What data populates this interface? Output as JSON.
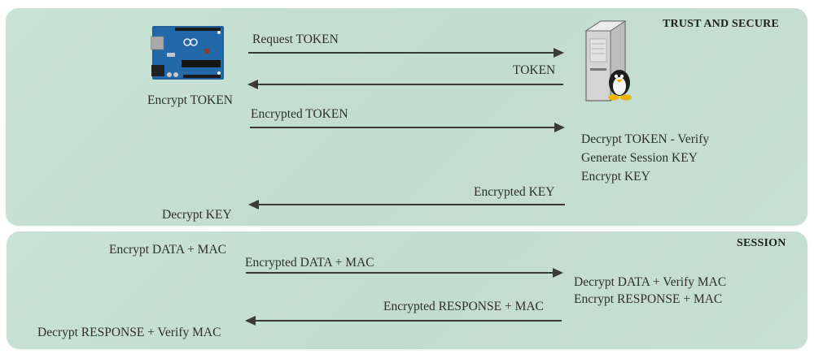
{
  "diagram": {
    "panels": [
      {
        "id": "trust",
        "title": "TRUST AND SECURE",
        "client_notes": [
          "Encrypt TOKEN",
          "Decrypt KEY"
        ],
        "server_notes": [
          "Decrypt TOKEN - Verify",
          "Generate Session KEY",
          "Encrypt KEY"
        ],
        "messages": [
          {
            "label": "Request TOKEN",
            "direction": "client-to-server"
          },
          {
            "label": "TOKEN",
            "direction": "server-to-client"
          },
          {
            "label": "Encrypted TOKEN",
            "direction": "client-to-server"
          },
          {
            "label": "Encrypted KEY",
            "direction": "server-to-client"
          }
        ]
      },
      {
        "id": "session",
        "title": "SESSION",
        "client_notes": [
          "Encrypt DATA + MAC",
          "Decrypt RESPONSE + Verify MAC"
        ],
        "server_notes": [
          "Decrypt DATA + Verify MAC",
          "Encrypt RESPONSE + MAC"
        ],
        "messages": [
          {
            "label": "Encrypted DATA + MAC",
            "direction": "client-to-server"
          },
          {
            "label": "Encrypted RESPONSE + MAC",
            "direction": "server-to-client"
          }
        ]
      }
    ],
    "actors": {
      "client_icon": "arduino-board-icon",
      "server_icon": "linux-server-icon"
    },
    "colors": {
      "panel_background": "#c6dfd3",
      "arrow": "#3a3a3a",
      "text": "#2e2e2e"
    }
  }
}
